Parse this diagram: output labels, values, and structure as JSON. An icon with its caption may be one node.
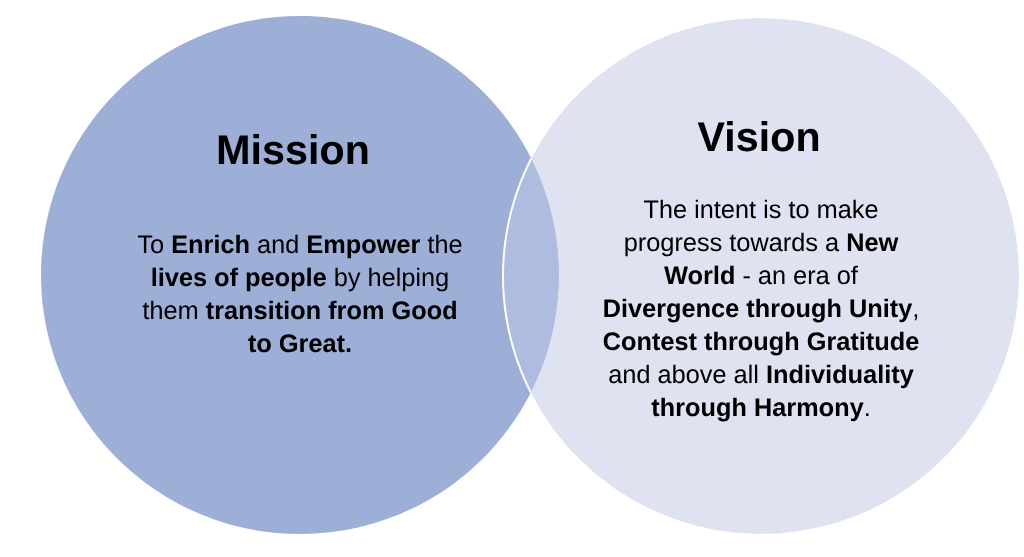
{
  "diagram": {
    "nodes": [
      {
        "text": [
          "Mission",
          "To **Enrich** and **Empower** the **lives of people** by helping them **transition from Good to Great.**"
        ]
      },
      {
        "text": [
          "Vision",
          "The intent is to make progress towards a **New World** - an era of **Divergence through Unity**, **Contest through Gratitude** and above all **Individuality through Harmony**."
        ]
      }
    ]
  }
}
